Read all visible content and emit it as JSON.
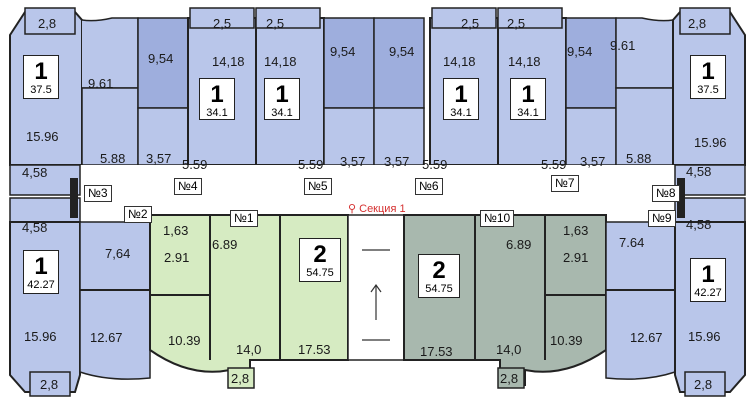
{
  "section_label": "Секция 1",
  "units": [
    {
      "rooms": "1",
      "area": "37.5"
    },
    {
      "rooms": "1",
      "area": "34.1"
    },
    {
      "rooms": "1",
      "area": "34.1"
    },
    {
      "rooms": "1",
      "area": "34.1"
    },
    {
      "rooms": "1",
      "area": "34.1"
    },
    {
      "rooms": "1",
      "area": "37.5"
    },
    {
      "rooms": "1",
      "area": "42.27"
    },
    {
      "rooms": "2",
      "area": "54.75"
    },
    {
      "rooms": "2",
      "area": "54.75"
    },
    {
      "rooms": "1",
      "area": "42.27"
    }
  ],
  "apartment_numbers": [
    "№1",
    "№2",
    "№3",
    "№4",
    "№5",
    "№6",
    "№7",
    "№8",
    "№9",
    "№10"
  ],
  "room_areas": [
    "2,8",
    "2,5",
    "2,5",
    "2,5",
    "2,5",
    "2,8",
    "9,54",
    "9.61",
    "14,18",
    "14,18",
    "9,54",
    "9,54",
    "14,18",
    "14,18",
    "9,54",
    "9.61",
    "15.96",
    "15.96",
    "5.88",
    "3,57",
    "5.59",
    "5.59",
    "3,57",
    "3,57",
    "5.59",
    "5.59",
    "3,57",
    "5.88",
    "4,58",
    "4,58",
    "4,58",
    "4,58",
    "1,63",
    "6.89",
    "6.89",
    "1,63",
    "7,64",
    "7.64",
    "2.91",
    "2.91",
    "15.96",
    "12.67",
    "10.39",
    "14,0",
    "17.53",
    "17.53",
    "14,0",
    "10.39",
    "12.67",
    "15.96",
    "2,8",
    "2,8",
    "2,8",
    "2,8"
  ],
  "colors": {
    "one_room": "#b9c6ea",
    "one_room_dark": "#9eaedd",
    "two_room_green": "#d6ebc2",
    "two_room_gray": "#a8b8ae",
    "corridor": "#ffffff",
    "wall": "#222222",
    "section_text": "#d53030"
  }
}
